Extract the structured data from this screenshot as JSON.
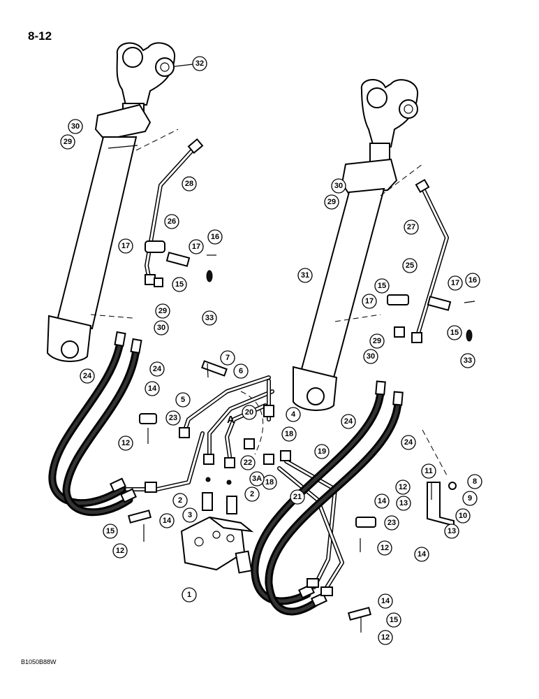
{
  "page_number": "8-12",
  "figure_code": "B1050B88W",
  "view_letter": "A",
  "callouts": {
    "c32": "32",
    "c30a": "30",
    "c29a": "29",
    "c28": "28",
    "c26": "26",
    "c17a": "17",
    "c17b": "17",
    "c16a": "16",
    "c15a": "15",
    "c33a": "33",
    "c29b": "29",
    "c30b": "30",
    "c24a": "24",
    "c24b": "24",
    "c7": "7",
    "c6": "6",
    "c5": "5",
    "c14a": "14",
    "c23a": "23",
    "c12a": "12",
    "c20": "20",
    "c4": "4",
    "c18a": "18",
    "c22": "22",
    "c18b": "18",
    "c3a": "3A",
    "c19": "19",
    "c21": "21",
    "c2a": "2",
    "c2b": "2",
    "c3": "3",
    "c14b": "14",
    "c15b": "15",
    "c12b": "12",
    "c1": "1",
    "c30c": "30",
    "c29c": "29",
    "c27": "27",
    "c31": "31",
    "c25": "25",
    "c15c": "15",
    "c17c": "17",
    "c17d": "17",
    "c16b": "16",
    "c15d": "15",
    "c33b": "33",
    "c29d": "29",
    "c30d": "30",
    "c24c": "24",
    "c24d": "24",
    "c11": "11",
    "c8": "8",
    "c12c": "12",
    "c9": "9",
    "c13a": "13",
    "c10": "10",
    "c13b": "13",
    "c14c": "14",
    "c14d": "14",
    "c23b": "23",
    "c12d": "12",
    "c14e": "14",
    "c15e": "15",
    "c12e": "12"
  }
}
